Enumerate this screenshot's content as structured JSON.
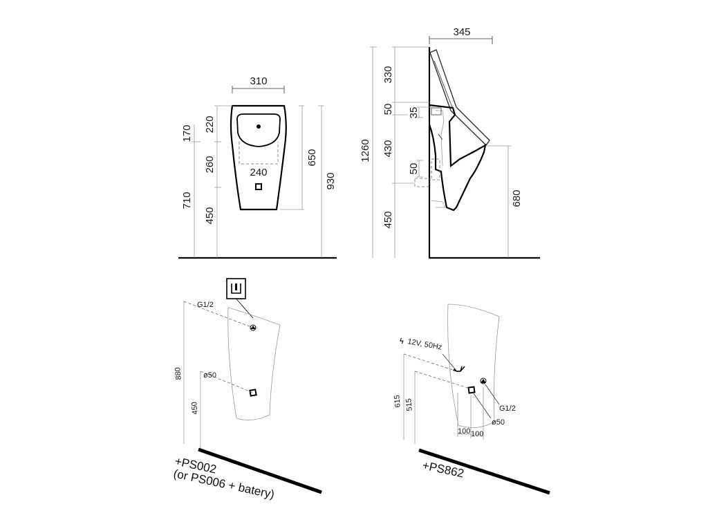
{
  "front_view": {
    "width_top": "310",
    "basin_width": "240",
    "left_dims": [
      "170",
      "710"
    ],
    "inner_dims": [
      "220",
      "260",
      "450"
    ],
    "right_dims": [
      "650",
      "930"
    ]
  },
  "side_view": {
    "depth_top": "345",
    "total_height": "1260",
    "stack_dims": [
      "330",
      "50",
      "430",
      "450"
    ],
    "detail_dims": [
      "35",
      "50"
    ],
    "rim_height": "680"
  },
  "install_left": {
    "inlet_label": "G1/2",
    "outlet_label": "ø50",
    "height_inlet": "880",
    "height_outlet": "450",
    "kit_line1": "+PS002",
    "kit_line2": "(or PS006 + batery)"
  },
  "install_right": {
    "power_label": "12V, 50Hz",
    "inlet_label": "G1/2",
    "outlet_label": "ø50",
    "height_inlet": "615",
    "height_outlet": "515",
    "spacing_1": "100",
    "spacing_2": "100",
    "kit_label": "+PS862"
  }
}
